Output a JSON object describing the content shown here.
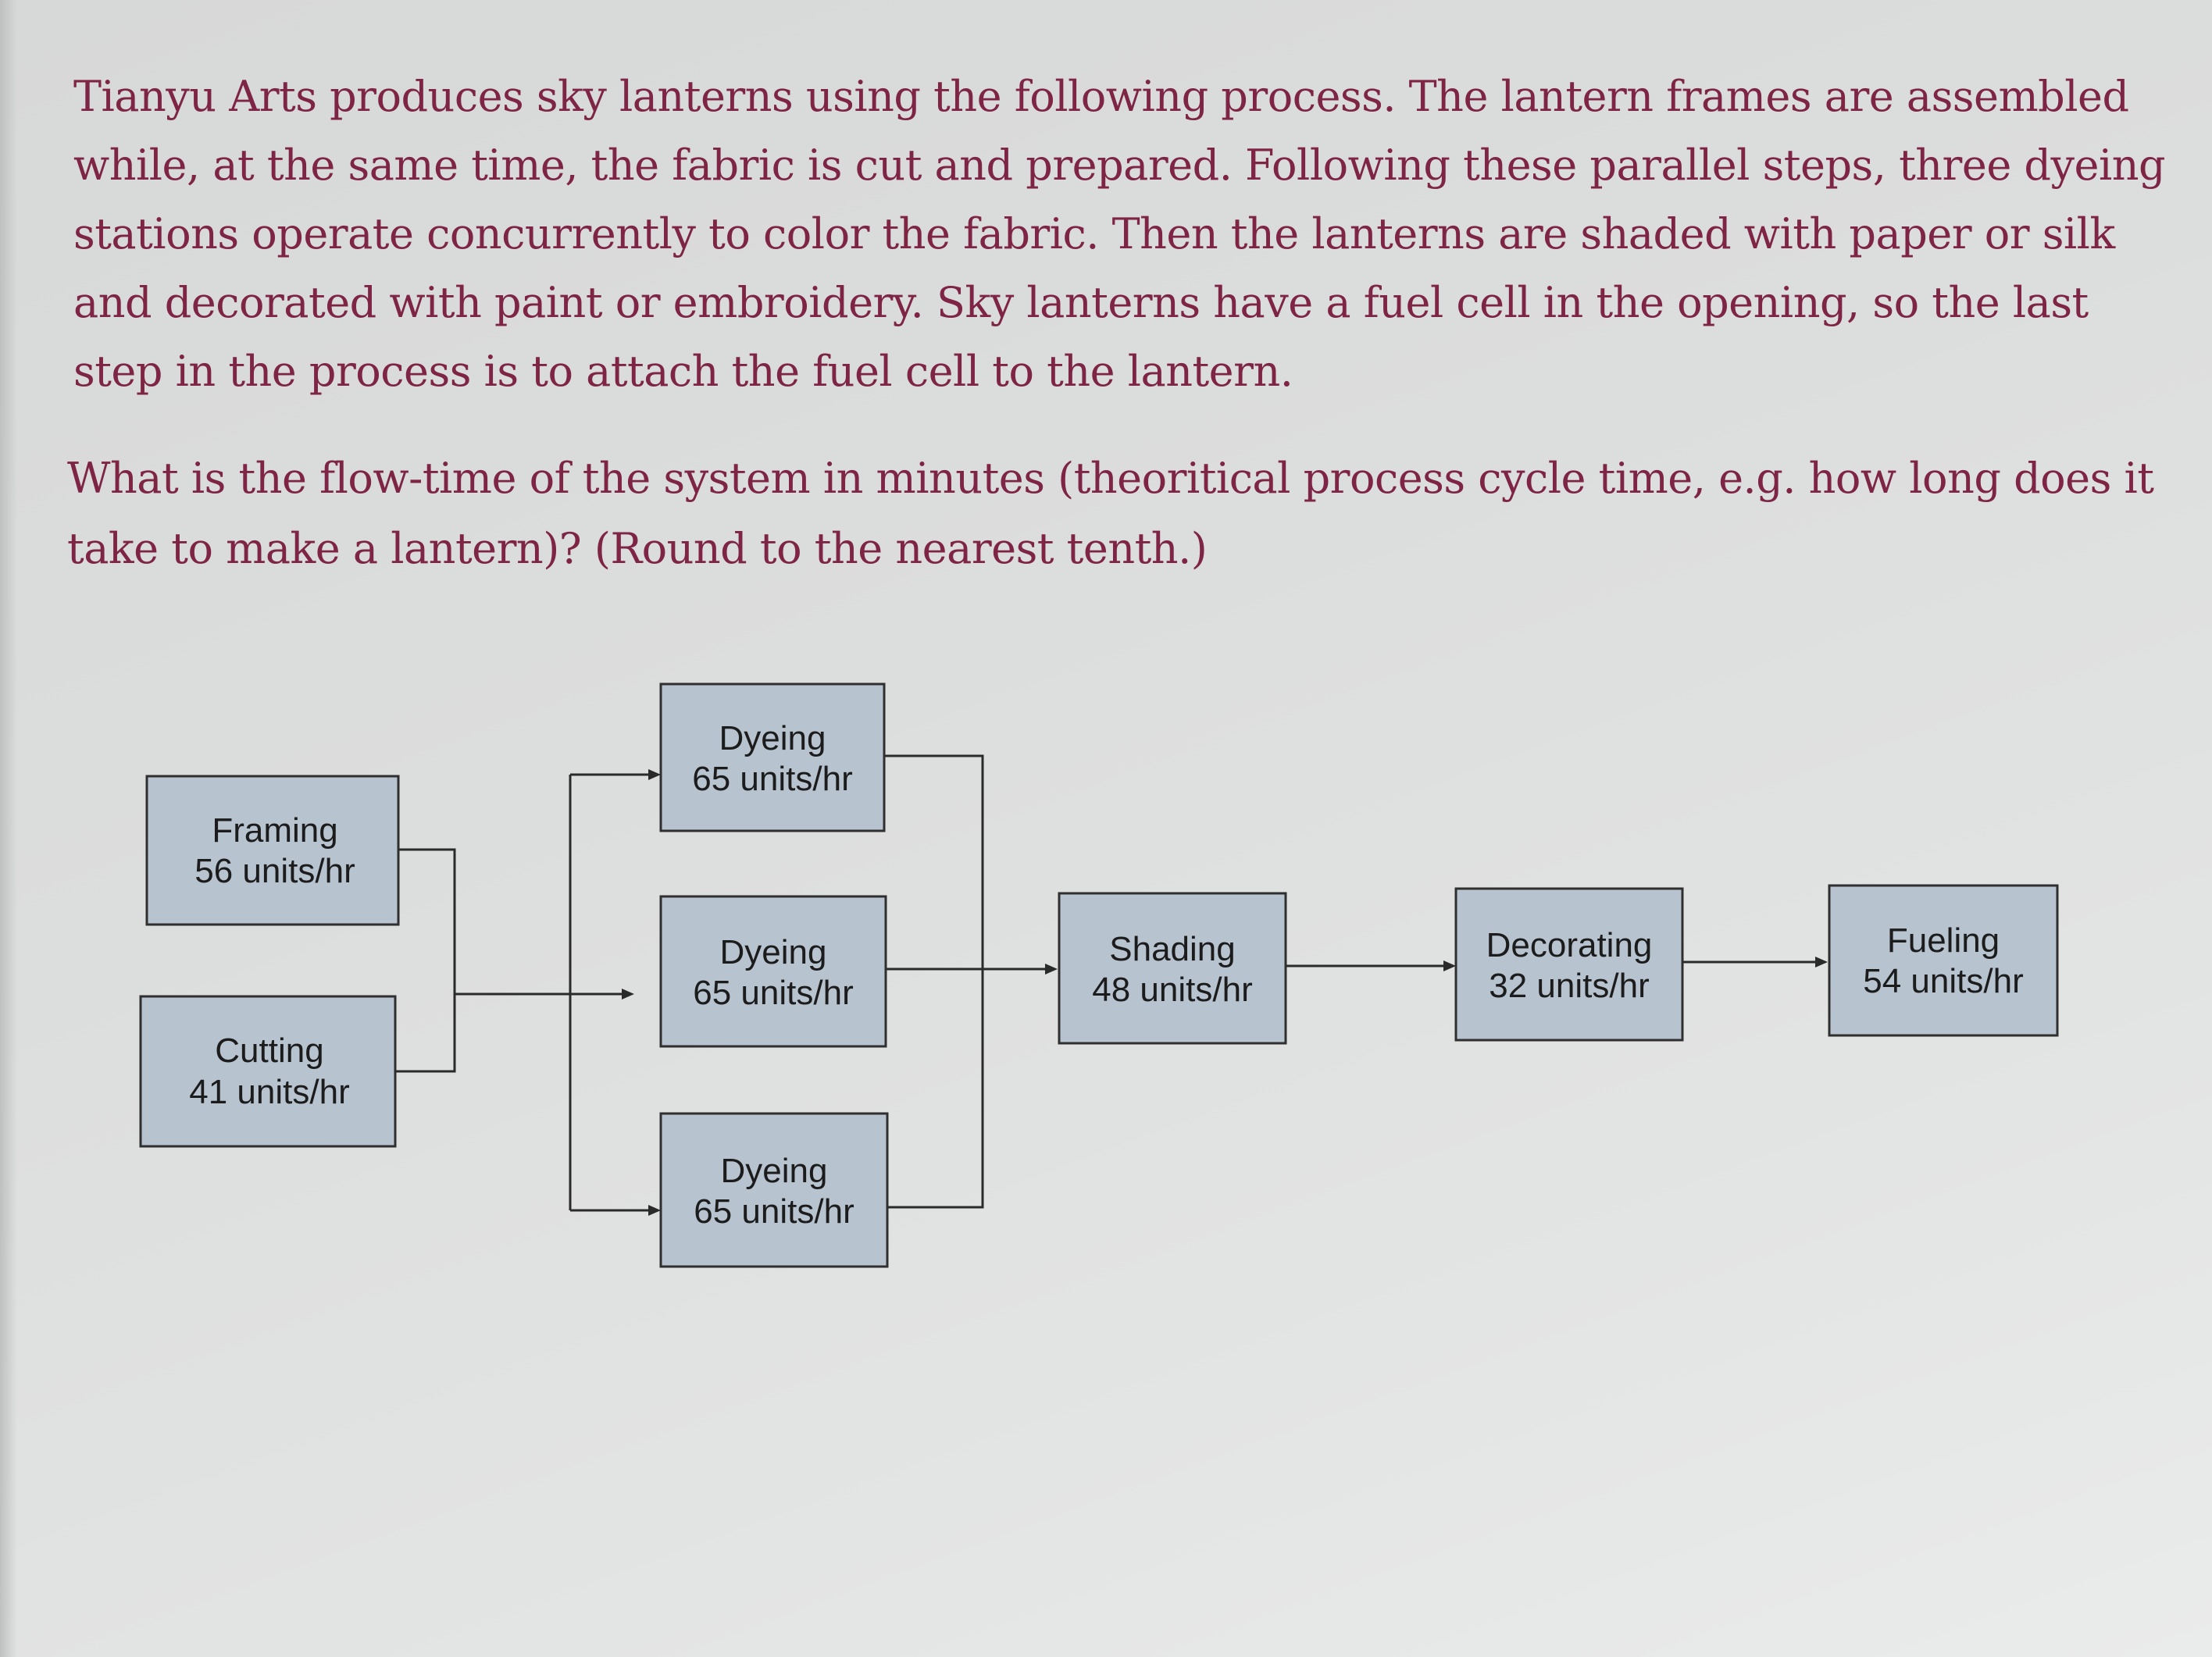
{
  "question": {
    "paragraph": "Tianyu Arts produces sky lanterns using the following process. The lantern frames are assembled while, at the same time, the fabric is cut and prepared. Following these parallel steps, three dyeing stations operate concurrently to color the fabric. Then the lanterns are shaded with paper or silk and decorated with paint or embroidery. Sky lanterns have a fuel cell in the opening, so the last step in the process is to attach the fuel cell to the lantern.",
    "prompt": "What is the flow-time of the system in minutes (theoritical process cycle time, e.g. how long does it take to make a lantern)? (Round to the nearest tenth.)"
  },
  "diagram": {
    "nodes": [
      {
        "id": "framing",
        "name": "Framing",
        "rate": "56 units/hr"
      },
      {
        "id": "cutting",
        "name": "Cutting",
        "rate": "41 units/hr"
      },
      {
        "id": "dyeing1",
        "name": "Dyeing",
        "rate": "65 units/hr"
      },
      {
        "id": "dyeing2",
        "name": "Dyeing",
        "rate": "65 units/hr"
      },
      {
        "id": "dyeing3",
        "name": "Dyeing",
        "rate": "65 units/hr"
      },
      {
        "id": "shading",
        "name": "Shading",
        "rate": "48 units/hr"
      },
      {
        "id": "decorating",
        "name": "Decorating",
        "rate": "32 units/hr"
      },
      {
        "id": "fueling",
        "name": "Fueling",
        "rate": "54 units/hr"
      }
    ],
    "edges": [
      {
        "from": "framing",
        "to": "dyeing1"
      },
      {
        "from": "framing",
        "to": "dyeing2"
      },
      {
        "from": "framing",
        "to": "dyeing3"
      },
      {
        "from": "cutting",
        "to": "dyeing1"
      },
      {
        "from": "cutting",
        "to": "dyeing2"
      },
      {
        "from": "cutting",
        "to": "dyeing3"
      },
      {
        "from": "dyeing1",
        "to": "shading"
      },
      {
        "from": "dyeing2",
        "to": "shading"
      },
      {
        "from": "dyeing3",
        "to": "shading"
      },
      {
        "from": "shading",
        "to": "decorating"
      },
      {
        "from": "decorating",
        "to": "fueling"
      }
    ],
    "colors": {
      "box_fill": "#b7c3cf",
      "box_stroke": "#2f2f2f",
      "line": "#2a2a2a",
      "text": "#1c1c1c"
    }
  }
}
